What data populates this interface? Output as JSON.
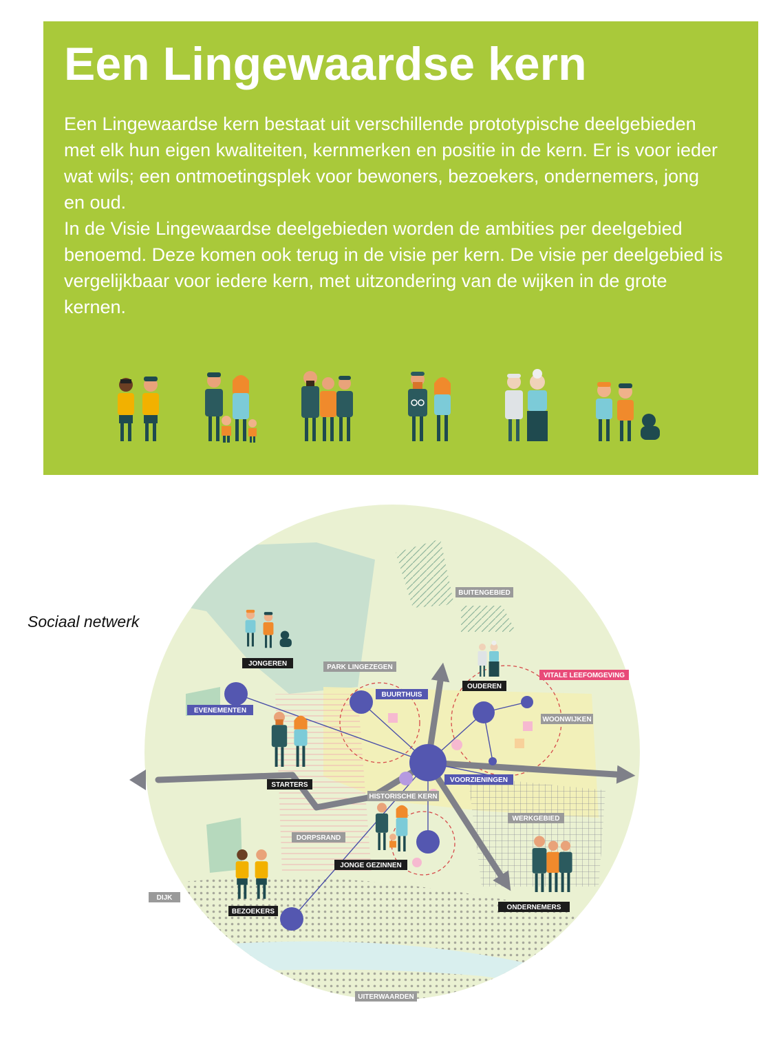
{
  "header": {
    "title": "Een Lingewaardse kern",
    "paragraph1": "Een Lingewaardse kern bestaat uit verschillende prototypische deelgebieden met elk hun eigen kwaliteiten, kernmerken en positie in de kern. Er is voor ieder wat wils; een ontmoetingsplek voor bewoners, bezoekers, ondernemers, jong en oud.",
    "paragraph2": "In de Visie Lingewaardse deelgebieden worden de ambities per deelgebied benoemd. Deze komen ook terug in de visie per kern. De visie per deelgebied is vergelijkbaar voor iedere kern, met uitzondering van de wijken in de grote kernen."
  },
  "figures": [
    {
      "name": "visitors-group-icon"
    },
    {
      "name": "young-family-group-icon"
    },
    {
      "name": "entrepreneurs-group-icon"
    },
    {
      "name": "starters-group-icon"
    },
    {
      "name": "elderly-group-icon"
    },
    {
      "name": "youth-group-icon"
    }
  ],
  "diagram": {
    "subtitle": "Sociaal netwerk",
    "areas": {
      "buitengebied": "BUITENGEBIED",
      "park": "PARK LINGEZEGEN",
      "woonwijken": "WOONWIJKEN",
      "werkgebied": "WERKGEBIED",
      "dorpsrand": "DORPSRAND",
      "historisch": "HISTORISCHE KERN",
      "dijk": "DIJK",
      "uiterwaarden": "UITERWAARDEN"
    },
    "groups": {
      "jongeren": "JONGEREN",
      "ouderen": "OUDEREN",
      "starters": "STARTERS",
      "jonge_gezinnen": "JONGE GEZINNEN",
      "bezoekers": "BEZOEKERS",
      "ondernemers": "ONDERNEMERS"
    },
    "nodes": {
      "evenementen": "EVENEMENTEN",
      "buurthuis": "BUURTHUIS",
      "voorzieningen": "VOORZIENINGEN"
    },
    "highlight": "VITALE LEEFOMGEVING",
    "colors": {
      "panel_green": "#a9c93a",
      "node_blue": "#5457b0",
      "arrow_grey": "#7f8089",
      "highlight_pink": "#e84a78",
      "label_dark": "#1c1c1c",
      "label_grey": "#9a9a9a"
    }
  }
}
